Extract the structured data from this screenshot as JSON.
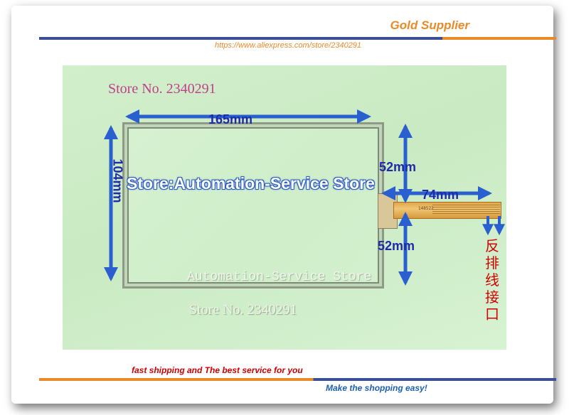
{
  "header": {
    "gold_supplier": "Gold Supplier",
    "url": "https://www.aliexpress.com/store/2340291"
  },
  "photo": {
    "store_no_top": "Store No. 2340291",
    "store_no_bottom": "Store No. 2340291",
    "store_banner": "Store:Automation-Service Store",
    "watermark": "Automation-Service Store",
    "cable_code": "148522",
    "dimensions": {
      "width": "165mm",
      "height": "104mm",
      "upper": "52mm",
      "lower": "52mm",
      "cable": "74mm"
    },
    "chinese_label": "反排线接口"
  },
  "footer": {
    "left_slogan": "fast shipping and The best service for you",
    "right_slogan": "Make the shopping easy!"
  },
  "colors": {
    "accent_orange": "#e98a2a",
    "accent_blue": "#3a4f95",
    "dimension_blue": "#1f2aa8",
    "arrow_blue": "#2a5fd0",
    "chinese_red": "#d40000"
  }
}
